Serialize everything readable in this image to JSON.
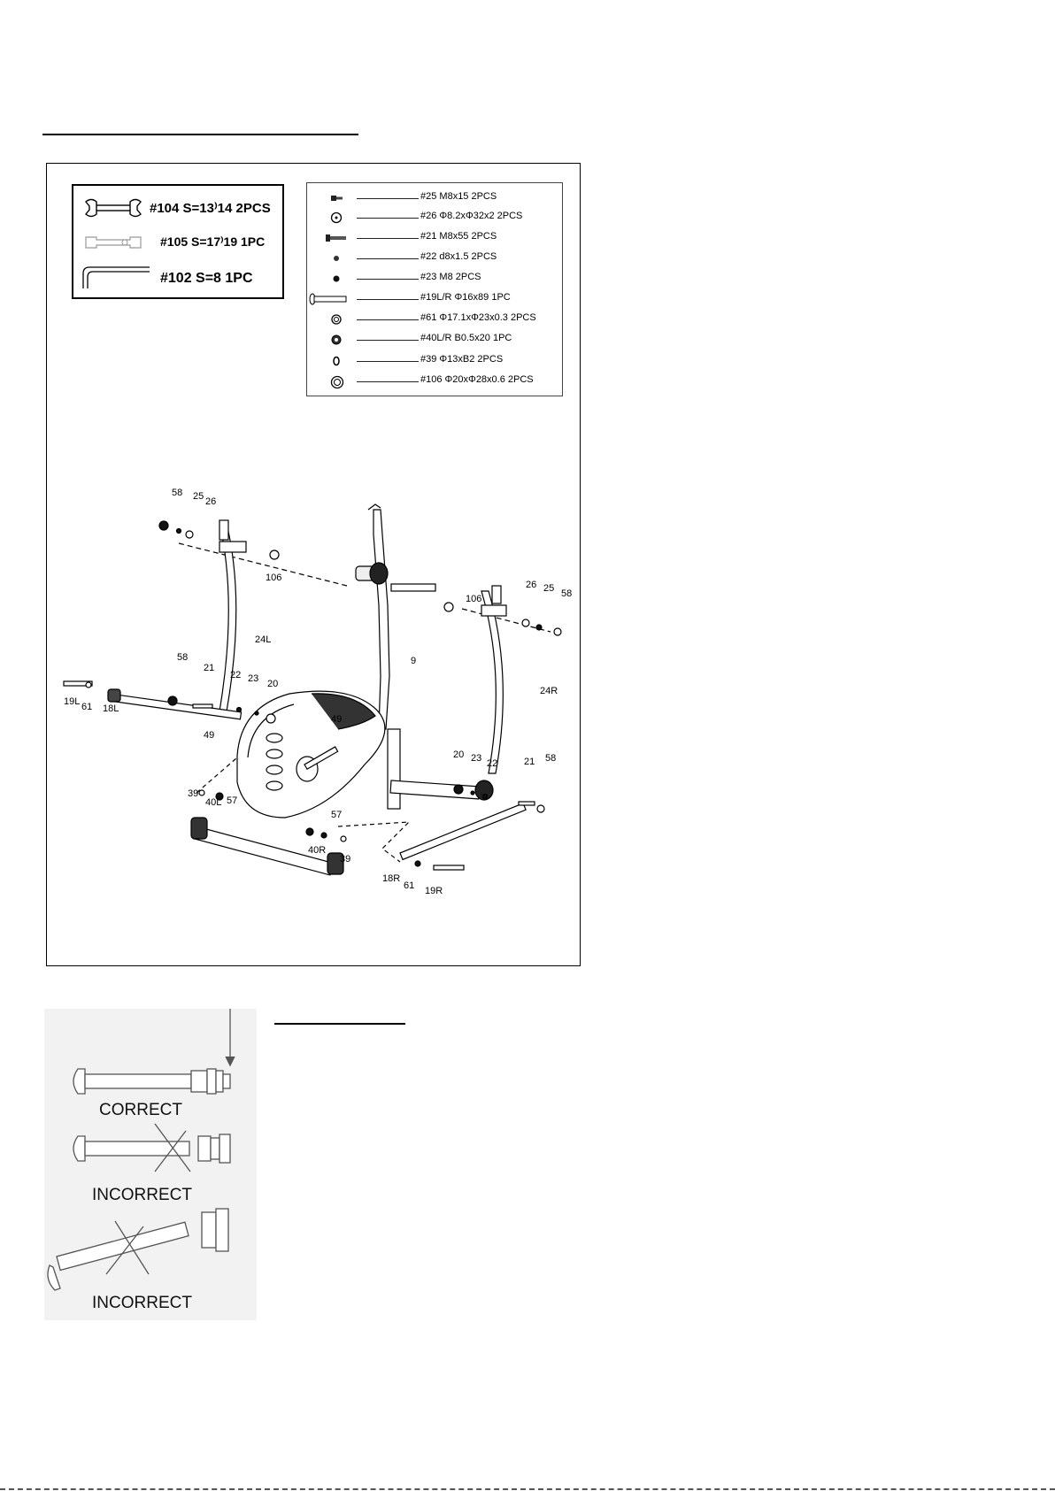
{
  "tools": [
    {
      "label": "#104 S=13⁾14  2PCS",
      "icon": "double-open-end-wrench-icon"
    },
    {
      "label": "#105 S=17⁾19 1PC",
      "icon": "open-end-wrench-icon"
    },
    {
      "label": "#102  S=8 1PC",
      "icon": "allen-key-icon"
    }
  ],
  "hardware": [
    {
      "label": "#25  M8x15  2PCS",
      "icon": "bolt-icon"
    },
    {
      "label": "#26  Φ8.2xΦ32x2 2PCS",
      "icon": "washer-icon"
    },
    {
      "label": "#21  M8x55  2PCS",
      "icon": "long-bolt-icon"
    },
    {
      "label": "#22  d8x1.5  2PCS",
      "icon": "spring-washer-icon"
    },
    {
      "label": "#23  M8    2PCS",
      "icon": "nut-icon"
    },
    {
      "label": "#19L/R  Φ16x89  1PC",
      "icon": "axle-bolt-icon"
    },
    {
      "label": "#61  Φ17.1xΦ23x0.3 2PCS",
      "icon": "thin-washer-icon"
    },
    {
      "label": "#40L/R  B0.5x20  1PC",
      "icon": "bushing-icon"
    },
    {
      "label": "#39  Φ13xB2  2PCS",
      "icon": "ring-icon"
    },
    {
      "label": "#106  Φ20xΦ28x0.6  2PCS",
      "icon": "large-washer-icon"
    }
  ],
  "callouts": [
    "58",
    "25",
    "26",
    "106",
    "106",
    "26",
    "25",
    "58",
    "24L",
    "9",
    "24R",
    "58",
    "21",
    "22",
    "23",
    "20",
    "19L",
    "61",
    "18L",
    "49",
    "39",
    "40L",
    "57",
    "49",
    "57",
    "40R",
    "39",
    "20",
    "23",
    "22",
    "21",
    "58",
    "18R",
    "61",
    "19R"
  ],
  "inset": {
    "labels": [
      "CORRECT",
      "INCORRECT",
      "INCORRECT"
    ]
  }
}
